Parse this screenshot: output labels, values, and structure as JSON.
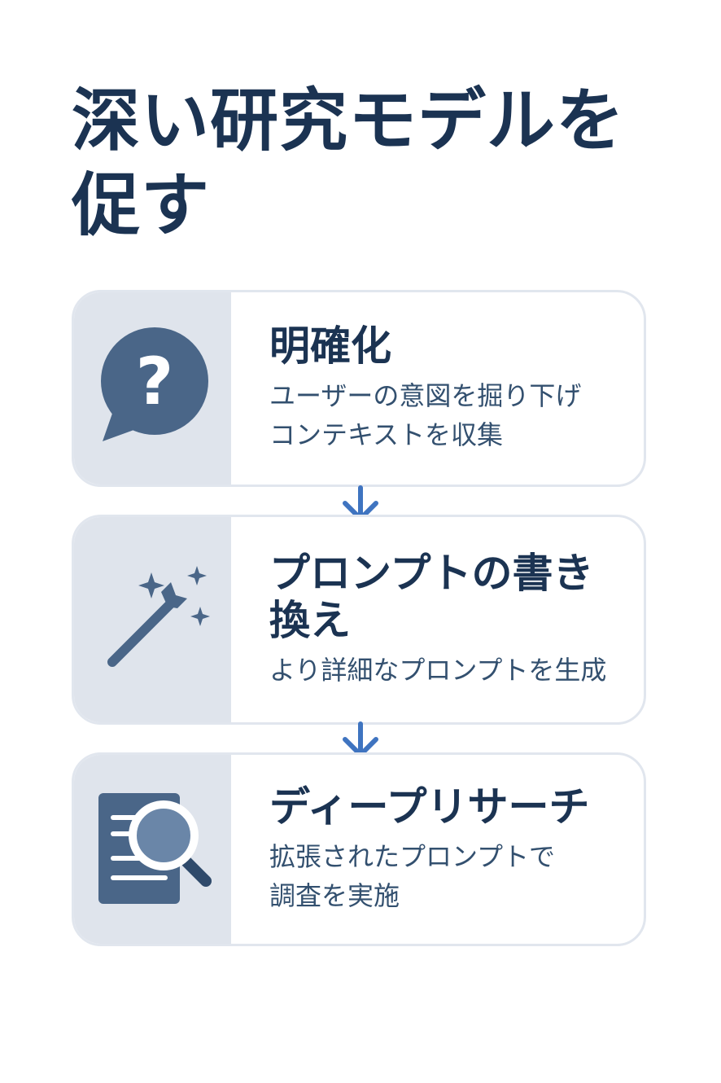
{
  "title": "深い研究モデルを促す",
  "steps": [
    {
      "title": "明確化",
      "description": "ユーザーの意図を掘り下げ\nコンテキストを収集",
      "icon": "question-bubble-icon"
    },
    {
      "title": "プロンプトの書き換え",
      "description": "より詳細なプロンプトを生成",
      "icon": "magic-wand-icon"
    },
    {
      "title": "ディープリサーチ",
      "description": "拡張されたプロンプトで\n調査を実施",
      "icon": "document-search-icon"
    }
  ],
  "colors": {
    "title": "#1b3352",
    "icon": "#4a6688",
    "icon_panel": "#dfe4ec",
    "card_border": "#e1e6ee",
    "arrow": "#3f74c0"
  }
}
